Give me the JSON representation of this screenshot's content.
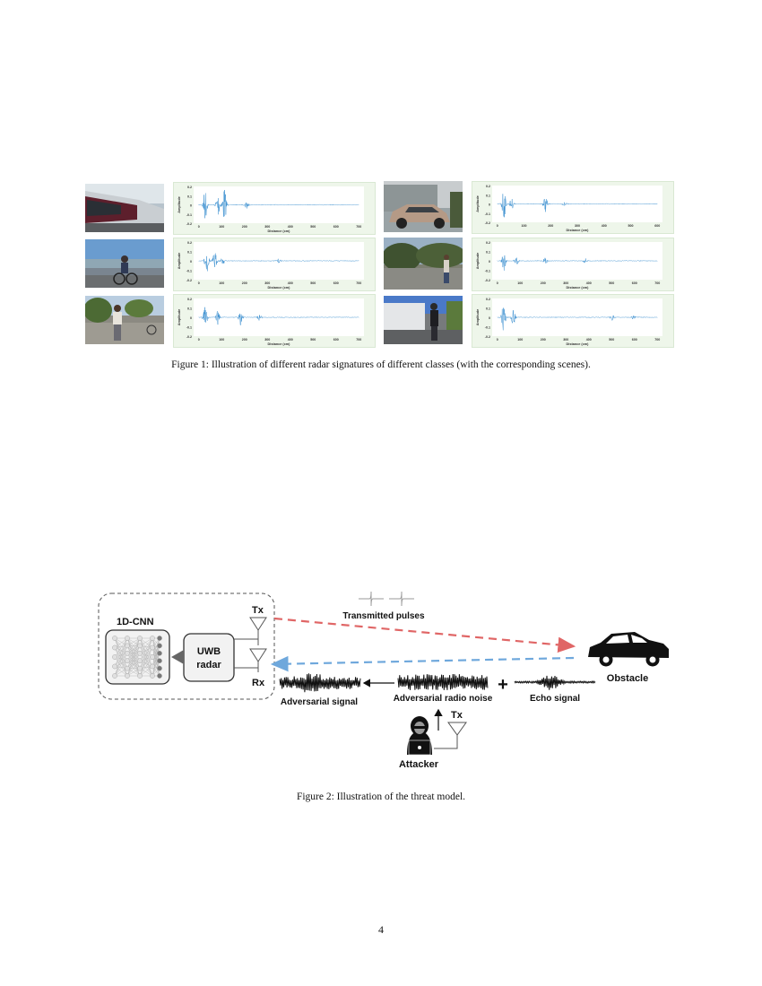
{
  "figure1": {
    "caption": "Figure 1: Illustration of different radar signatures of different classes (with the corresponding scenes).",
    "panels": [
      {
        "scene": "tram",
        "xticks": [
          "0",
          "100",
          "200",
          "300",
          "400",
          "500",
          "600",
          "700"
        ]
      },
      {
        "scene": "car",
        "xticks": [
          "0",
          "100",
          "200",
          "300",
          "400",
          "500",
          "600"
        ]
      },
      {
        "scene": "cyclist",
        "xticks": [
          "0",
          "100",
          "200",
          "300",
          "400",
          "500",
          "600",
          "700"
        ]
      },
      {
        "scene": "pedestrian-field",
        "xticks": [
          "0",
          "100",
          "200",
          "300",
          "400",
          "500",
          "600",
          "700"
        ]
      },
      {
        "scene": "pedestrian-street",
        "xticks": [
          "0",
          "100",
          "200",
          "300",
          "400",
          "500",
          "600",
          "700"
        ]
      },
      {
        "scene": "pedestrian-building",
        "xticks": [
          "0",
          "100",
          "200",
          "300",
          "400",
          "500",
          "600",
          "700"
        ]
      }
    ],
    "yticks": [
      "0.2",
      "0.1",
      "0",
      "-0.1",
      "-0.2"
    ],
    "ylabel": "Amplitude",
    "xlabel": "Distance (cm)",
    "signal_color": "#3a8fd0"
  },
  "figure2": {
    "caption": "Figure 2: Illustration of the threat model.",
    "labels": {
      "cnn": "1D-CNN",
      "radar_line1": "UWB",
      "radar_line2": "radar",
      "tx_radar": "Tx",
      "rx_radar": "Rx",
      "transmitted_pulses": "Transmitted pulses",
      "obstacle": "Obstacle",
      "adversarial_signal": "Adversarial signal",
      "adversarial_noise": "Adversarial radio noise",
      "echo_signal": "Echo signal",
      "plus": "+",
      "tx_attacker": "Tx",
      "attacker": "Attacker"
    },
    "colors": {
      "transmit_arrow": "#e06666",
      "echo_arrow": "#6fa8dc"
    }
  },
  "page_number": "4"
}
